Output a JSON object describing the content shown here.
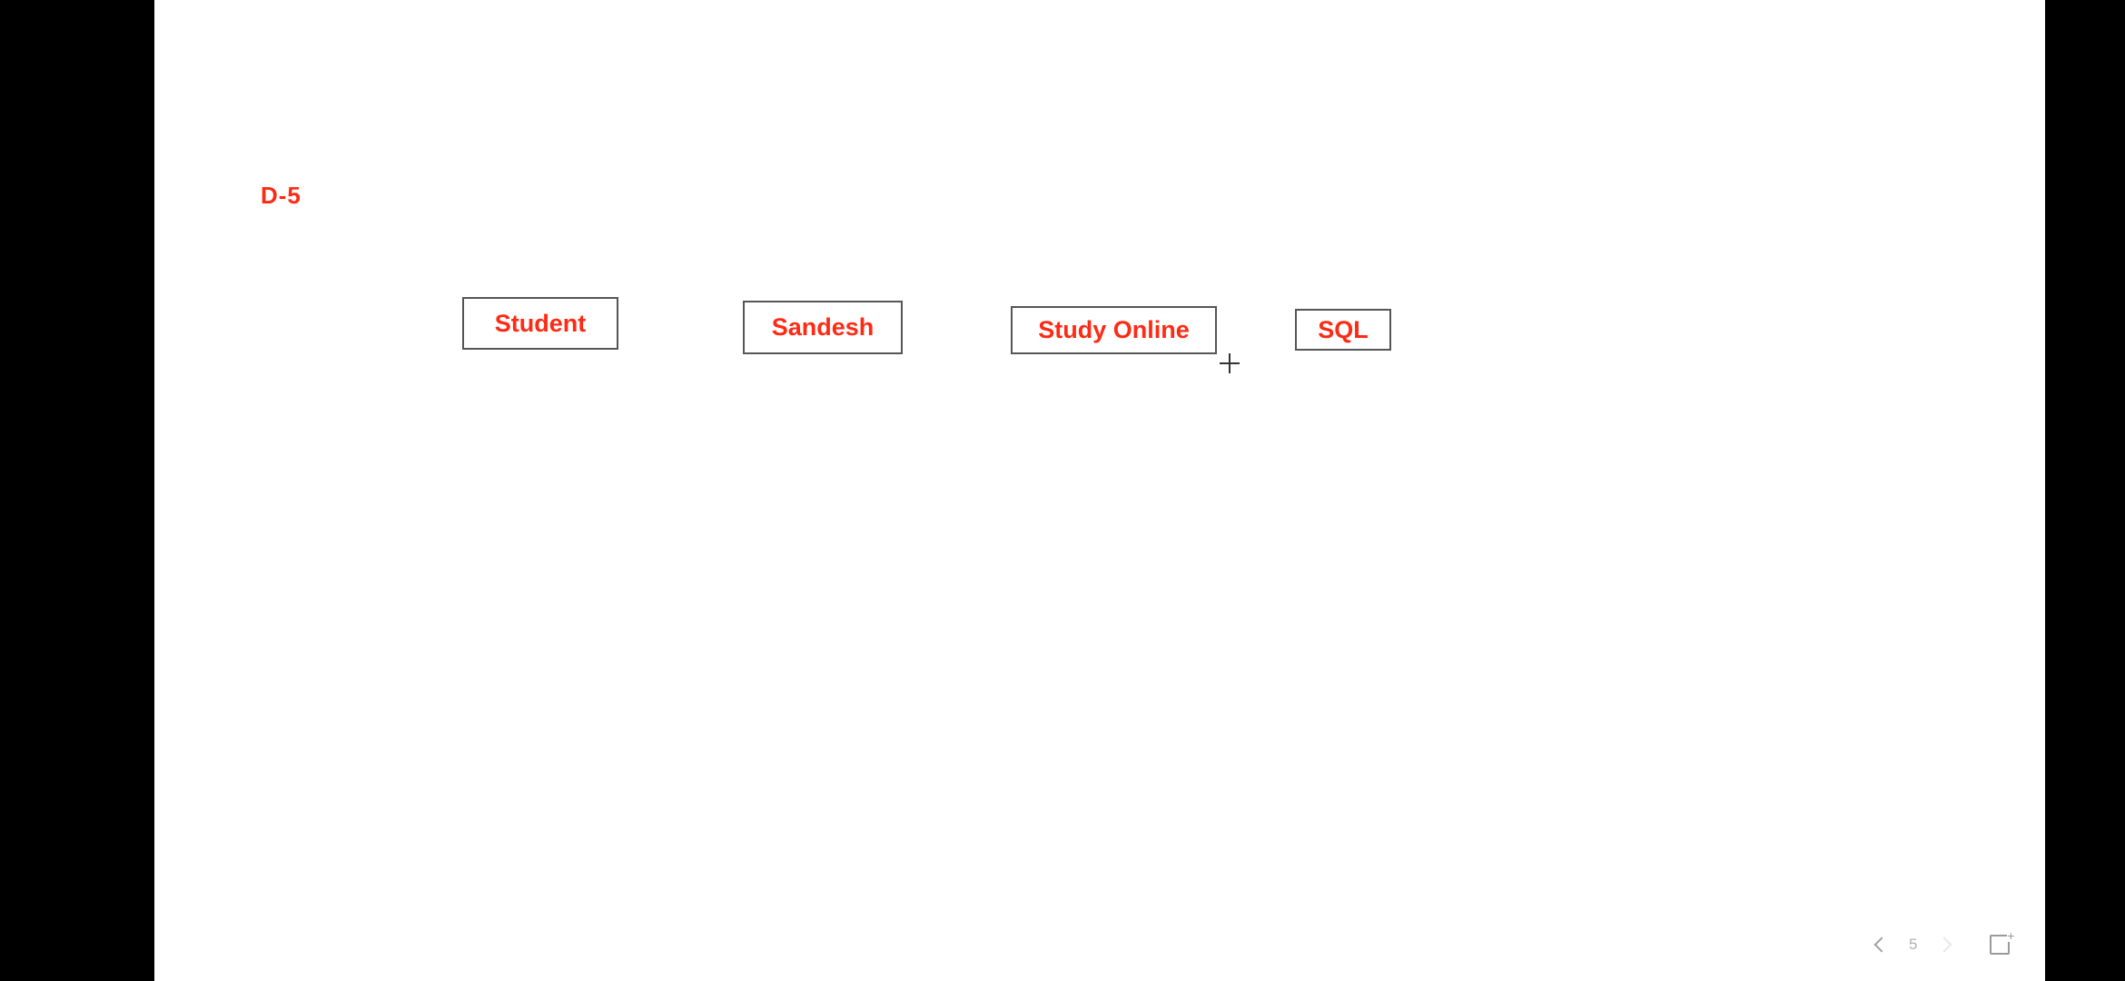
{
  "slide": {
    "title": "D-5",
    "boxes": [
      {
        "label": "Student"
      },
      {
        "label": "Sandesh"
      },
      {
        "label": "Study Online"
      },
      {
        "label": "SQL"
      }
    ]
  },
  "pager": {
    "prev_icon": "chevron-left-icon",
    "page_number": "5",
    "next_icon": "chevron-right-icon",
    "add_icon": "new-slide-icon"
  },
  "colors": {
    "text_accent": "#ff2a14",
    "box_border": "#555555",
    "background": "#ffffff",
    "side_bars": "#000000"
  }
}
